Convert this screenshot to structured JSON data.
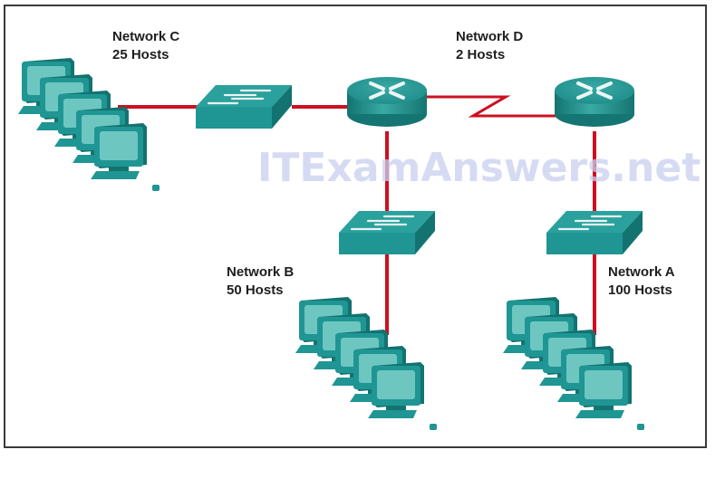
{
  "diagram": {
    "title": "",
    "watermark": "ITExamAnswers.net",
    "colors": {
      "device": "#1f9693",
      "device_dark": "#137370",
      "device_light": "#5cbdb8",
      "screen": "#6ec6c1",
      "link": "#cc1020",
      "border": "#3a3a3a",
      "text": "#1e1e1e",
      "watermark": "#c9cff0"
    },
    "networks": [
      {
        "id": "C",
        "name": "Network C",
        "hosts_label": "25 Hosts",
        "hosts": 25
      },
      {
        "id": "D",
        "name": "Network D",
        "hosts_label": "2 Hosts",
        "hosts": 2
      },
      {
        "id": "B",
        "name": "Network B",
        "hosts_label": "50 Hosts",
        "hosts": 50
      },
      {
        "id": "A",
        "name": "Network A",
        "hosts_label": "100 Hosts",
        "hosts": 100
      }
    ],
    "nodes": [
      {
        "id": "pcs-c",
        "type": "pc-group",
        "network": "C"
      },
      {
        "id": "switch-c",
        "type": "switch",
        "network": "C"
      },
      {
        "id": "router-1",
        "type": "router"
      },
      {
        "id": "router-2",
        "type": "router"
      },
      {
        "id": "switch-b",
        "type": "switch",
        "network": "B"
      },
      {
        "id": "pcs-b",
        "type": "pc-group",
        "network": "B"
      },
      {
        "id": "switch-a",
        "type": "switch",
        "network": "A"
      },
      {
        "id": "pcs-a",
        "type": "pc-group",
        "network": "A"
      }
    ],
    "links": [
      {
        "from": "pcs-c",
        "to": "switch-c",
        "type": "ethernet"
      },
      {
        "from": "switch-c",
        "to": "router-1",
        "type": "ethernet"
      },
      {
        "from": "router-1",
        "to": "router-2",
        "type": "serial",
        "network": "D"
      },
      {
        "from": "router-1",
        "to": "switch-b",
        "type": "ethernet"
      },
      {
        "from": "switch-b",
        "to": "pcs-b",
        "type": "ethernet"
      },
      {
        "from": "router-2",
        "to": "switch-a",
        "type": "ethernet"
      },
      {
        "from": "switch-a",
        "to": "pcs-a",
        "type": "ethernet"
      }
    ]
  }
}
